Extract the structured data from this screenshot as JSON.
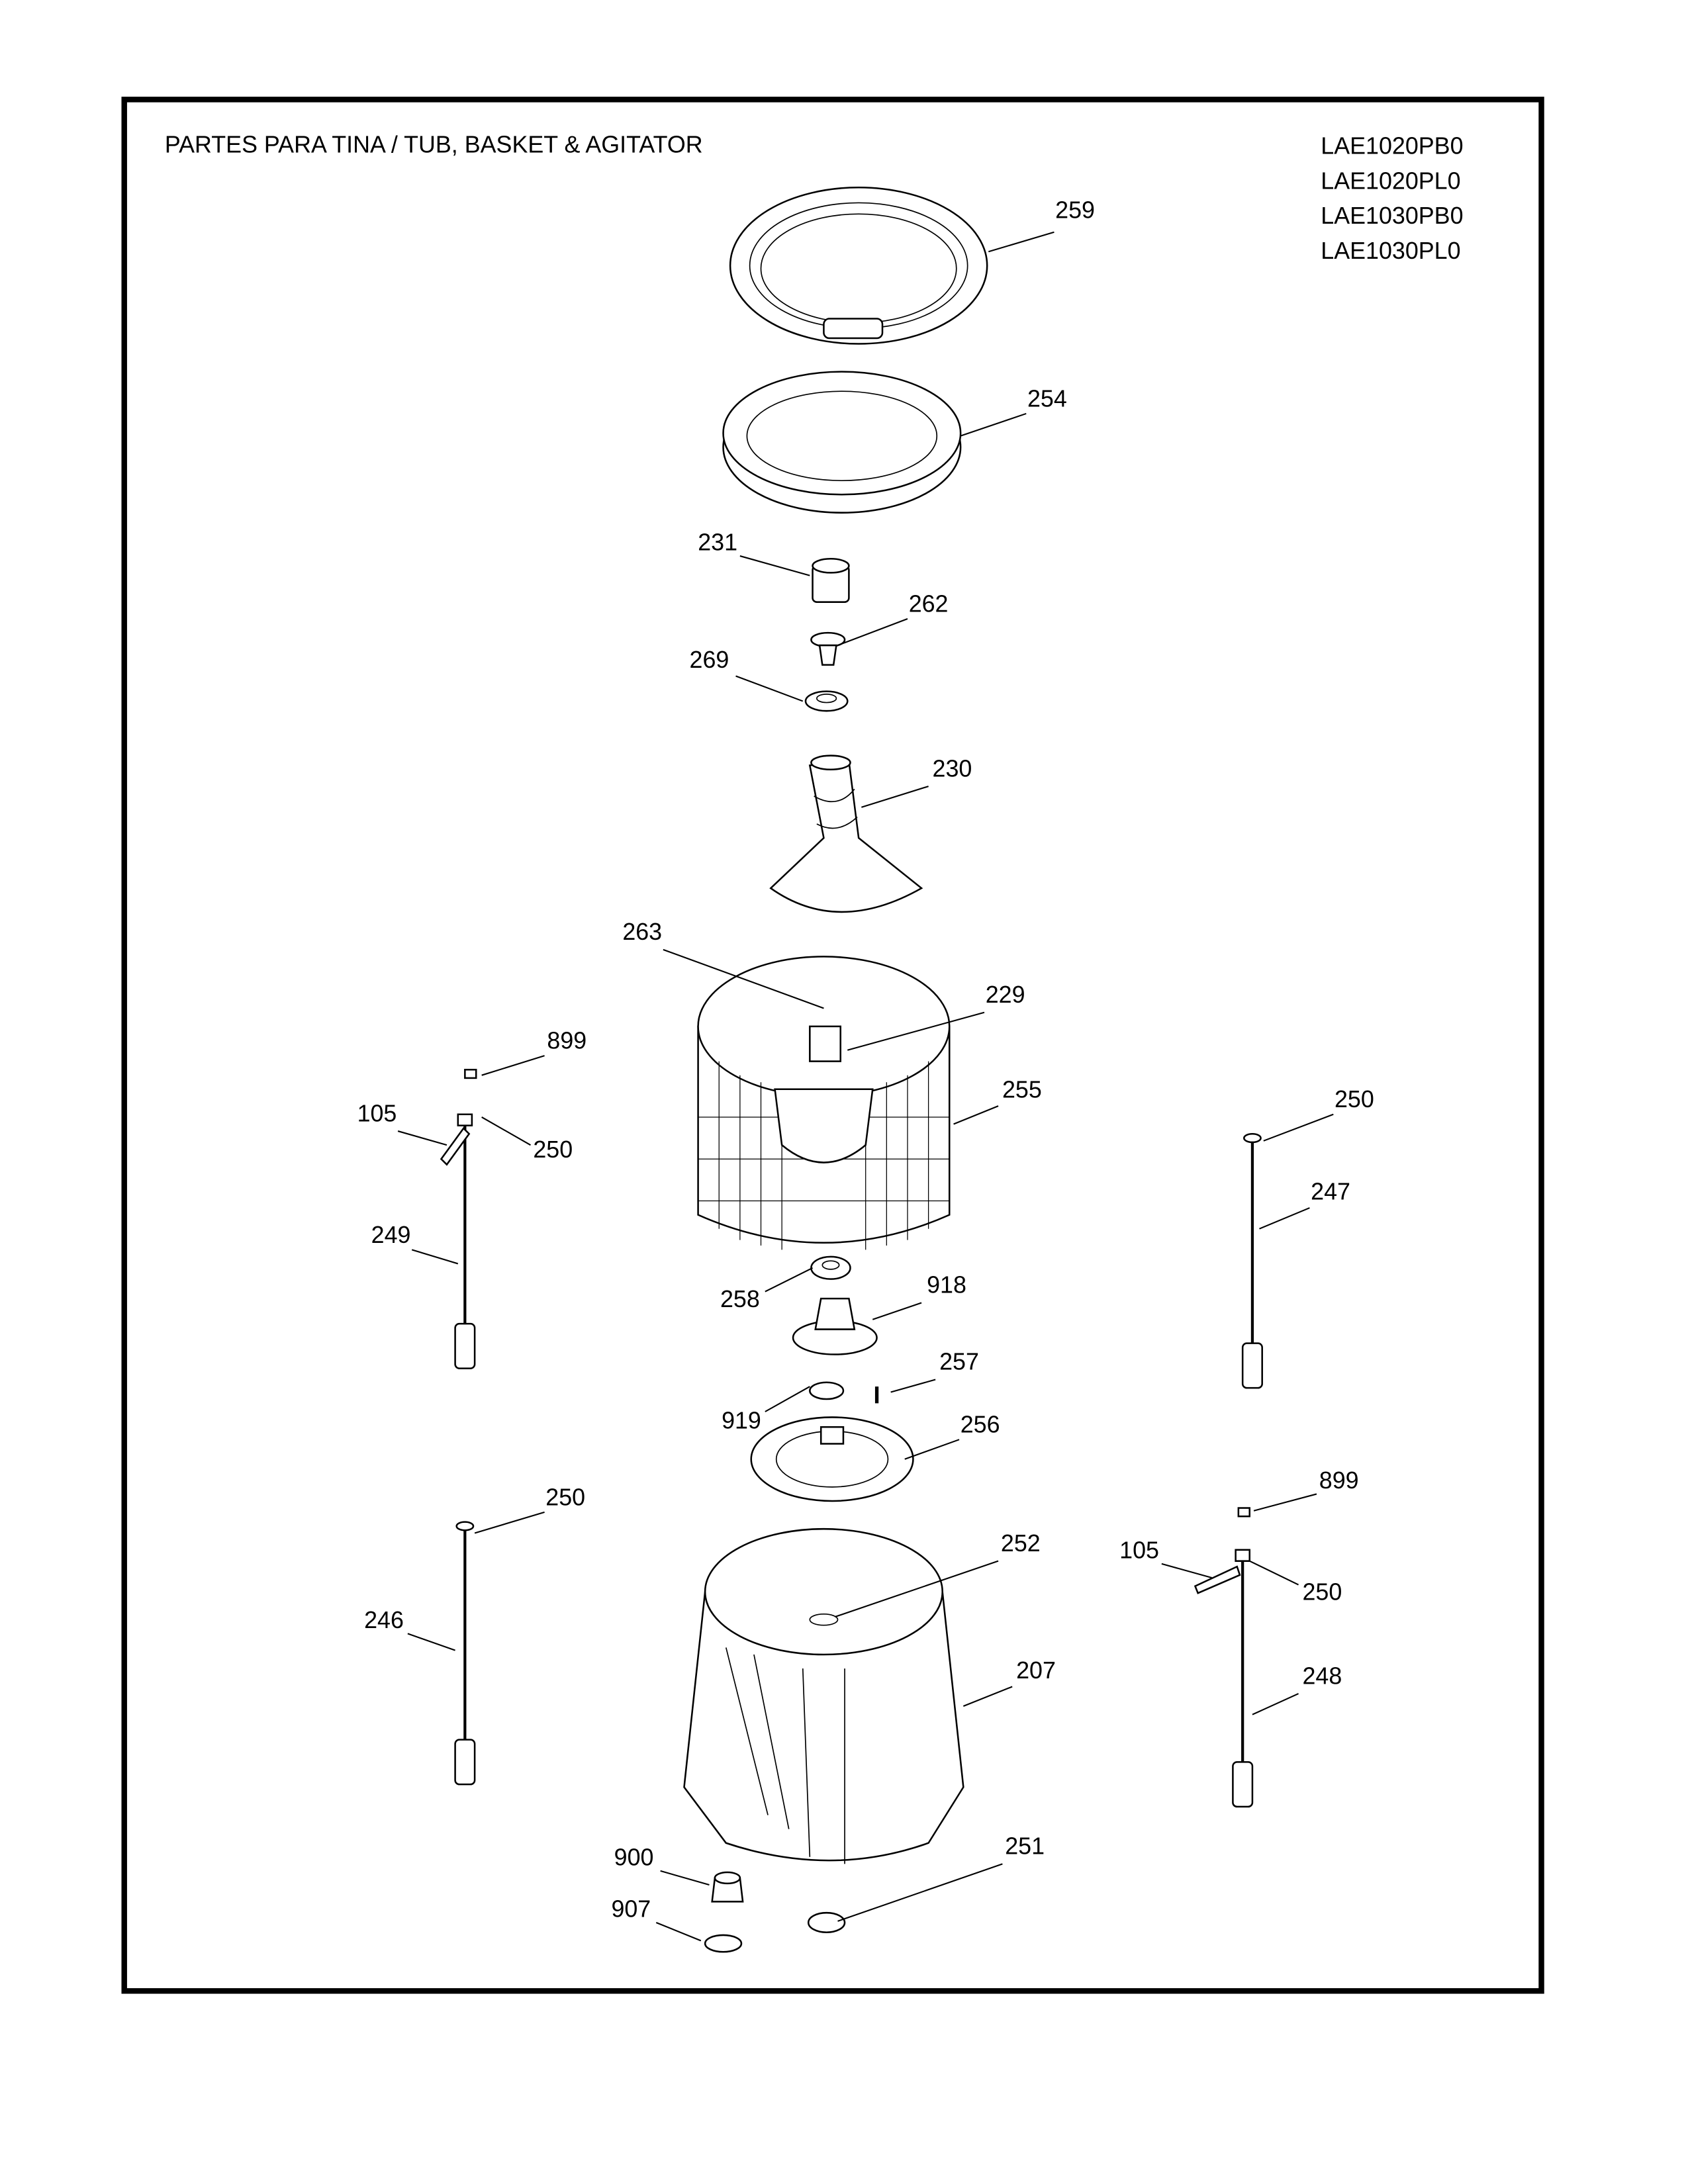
{
  "header": {
    "title": "PARTES PARA TINA  /  TUB, BASKET & AGITATOR",
    "models": [
      "LAE1020PB0",
      "LAE1020PL0",
      "LAE1030PB0",
      "LAE1030PL0"
    ]
  },
  "callouts": [
    "259",
    "254",
    "231",
    "262",
    "269",
    "230",
    "263",
    "229",
    "255",
    "899",
    "105",
    "250",
    "249",
    "250",
    "247",
    "258",
    "918",
    "257",
    "919",
    "256",
    "250",
    "899",
    "105",
    "250",
    "252",
    "246",
    "207",
    "248",
    "900",
    "251",
    "907"
  ]
}
